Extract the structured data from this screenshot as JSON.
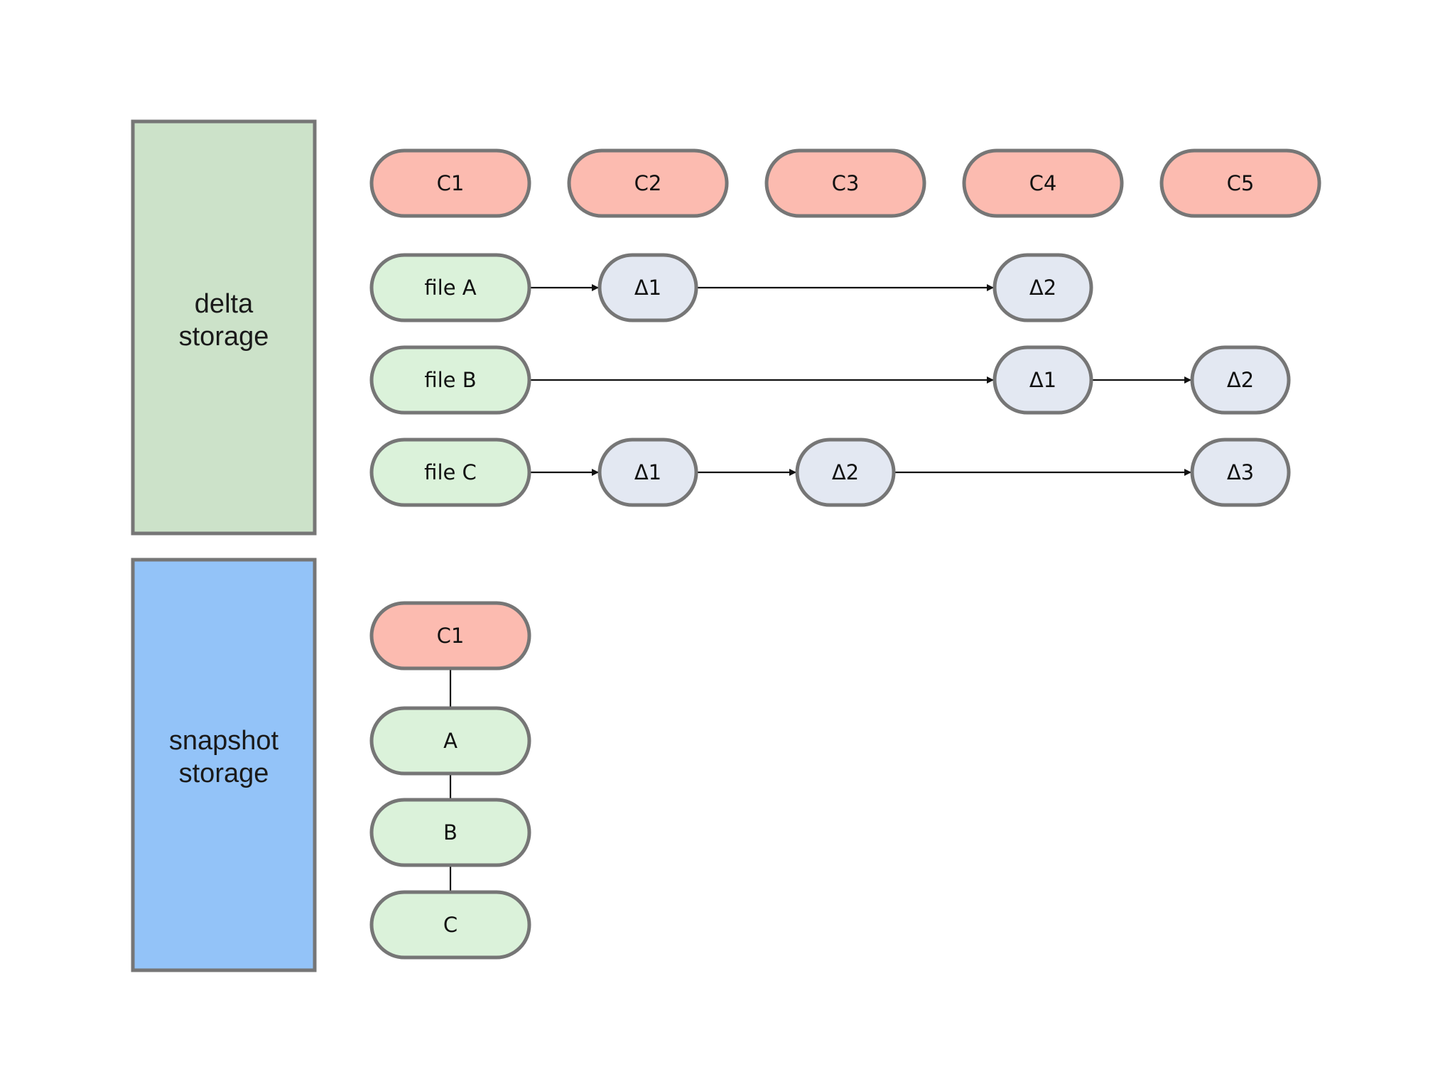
{
  "colors": {
    "commit_fill": "#fcbbb0",
    "file_fill": "#dbf2da",
    "delta_fill": "#e3e8f2",
    "delta_panel_fill": "#cce2c9",
    "snapshot_panel_fill": "#93c3f8",
    "border": "#767676",
    "arrow": "#111111"
  },
  "panels": {
    "delta": {
      "label_line1": "delta",
      "label_line2": "storage"
    },
    "snapshot": {
      "label_line1": "snapshot",
      "label_line2": "storage"
    }
  },
  "delta_storage": {
    "commits": [
      "C1",
      "C2",
      "C3",
      "C4",
      "C5"
    ],
    "files": [
      {
        "label": "file A",
        "deltas": [
          {
            "label": "Δ1",
            "commit": "C2"
          },
          {
            "label": "Δ2",
            "commit": "C4"
          }
        ]
      },
      {
        "label": "file B",
        "deltas": [
          {
            "label": "Δ1",
            "commit": "C4"
          },
          {
            "label": "Δ2",
            "commit": "C5"
          }
        ]
      },
      {
        "label": "file C",
        "deltas": [
          {
            "label": "Δ1",
            "commit": "C2"
          },
          {
            "label": "Δ2",
            "commit": "C3"
          },
          {
            "label": "Δ3",
            "commit": "C5"
          }
        ]
      }
    ]
  },
  "snapshot_storage": {
    "commit": "C1",
    "files": [
      "A",
      "B",
      "C"
    ]
  }
}
